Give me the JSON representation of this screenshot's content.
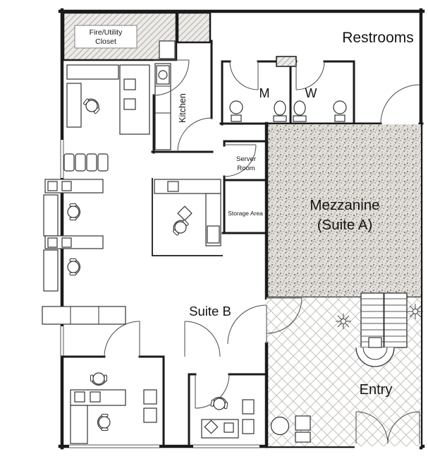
{
  "plan": {
    "labels": {
      "fire_utility_line1": "Fire/Utility",
      "fire_utility_line2": "Closet",
      "restrooms": "Restrooms",
      "kitchen": "Kitchen",
      "mens": "M",
      "womens": "W",
      "server_line1": "Server",
      "server_line2": "Room",
      "storage": "Storage Area",
      "mezzanine_line1": "Mezzanine",
      "mezzanine_line2": "(Suite A)",
      "suite_b": "Suite B",
      "entry": "Entry"
    },
    "colors": {
      "wall": "#1a1a1a",
      "furniture_outline": "#333333",
      "mezzanine_base": "#e2dfda",
      "stipple_dot": "#87837d",
      "hatch_line": "#a09c95",
      "tile_line": "#c6c2bb",
      "background": "#ffffff"
    }
  }
}
